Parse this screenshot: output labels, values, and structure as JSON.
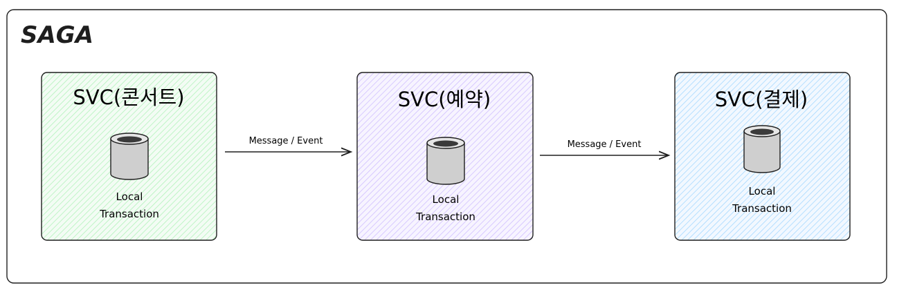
{
  "diagram": {
    "title": "SAGA",
    "services": [
      {
        "name": "SVC(콘서트)",
        "db_label_line1": "Local",
        "db_label_line2": "Transaction",
        "fill": "#b2f2bb"
      },
      {
        "name": "SVC(예약)",
        "db_label_line1": "Local",
        "db_label_line2": "Transaction",
        "fill": "#d0bfff"
      },
      {
        "name": "SVC(결제)",
        "db_label_line1": "Local",
        "db_label_line2": "Transaction",
        "fill": "#a5d8ff"
      }
    ],
    "arrows": [
      {
        "label": "Message / Event"
      },
      {
        "label": "Message / Event"
      }
    ]
  },
  "colors": {
    "stroke": "#1e1e1e",
    "cylinder_fill": "#cfcfcf",
    "cylinder_top": "#3a3a3a"
  }
}
